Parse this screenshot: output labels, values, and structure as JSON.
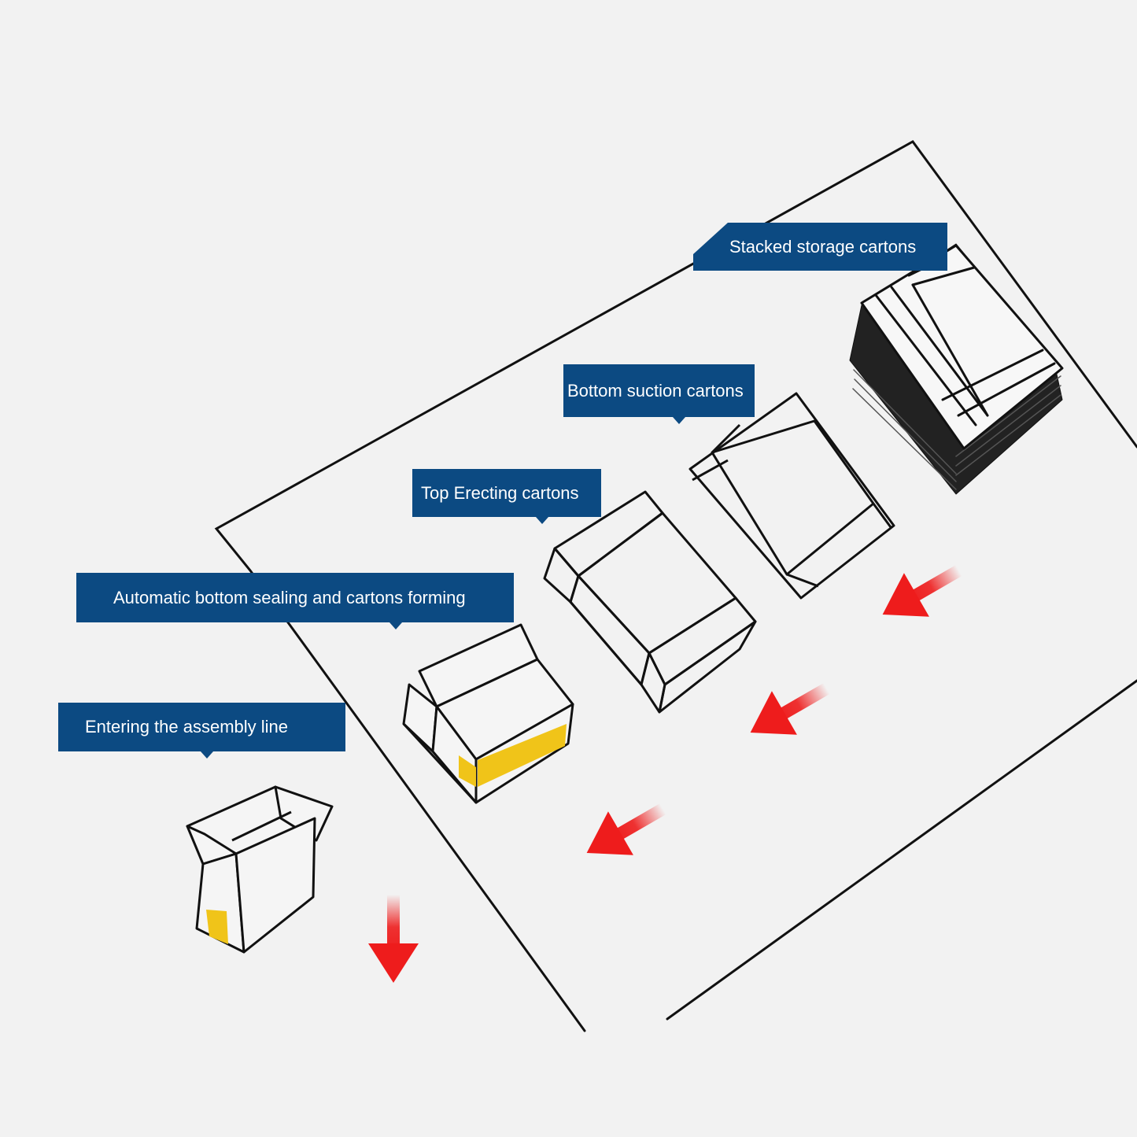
{
  "colors": {
    "label_bg": "#0c4a82",
    "label_text": "#ffffff",
    "arrow": "#ee1c1c",
    "tape": "#f0c419",
    "line": "#111111",
    "background": "#f2f2f2"
  },
  "labels": {
    "stacked": "Stacked storage cartons",
    "bottom_suction": "Bottom suction cartons",
    "top_erecting": "Top Erecting cartons",
    "auto_sealing": "Automatic bottom sealing and cartons forming",
    "entering": "Entering the assembly line"
  },
  "icons": [
    "down-left-arrow-icon",
    "down-arrow-icon"
  ]
}
